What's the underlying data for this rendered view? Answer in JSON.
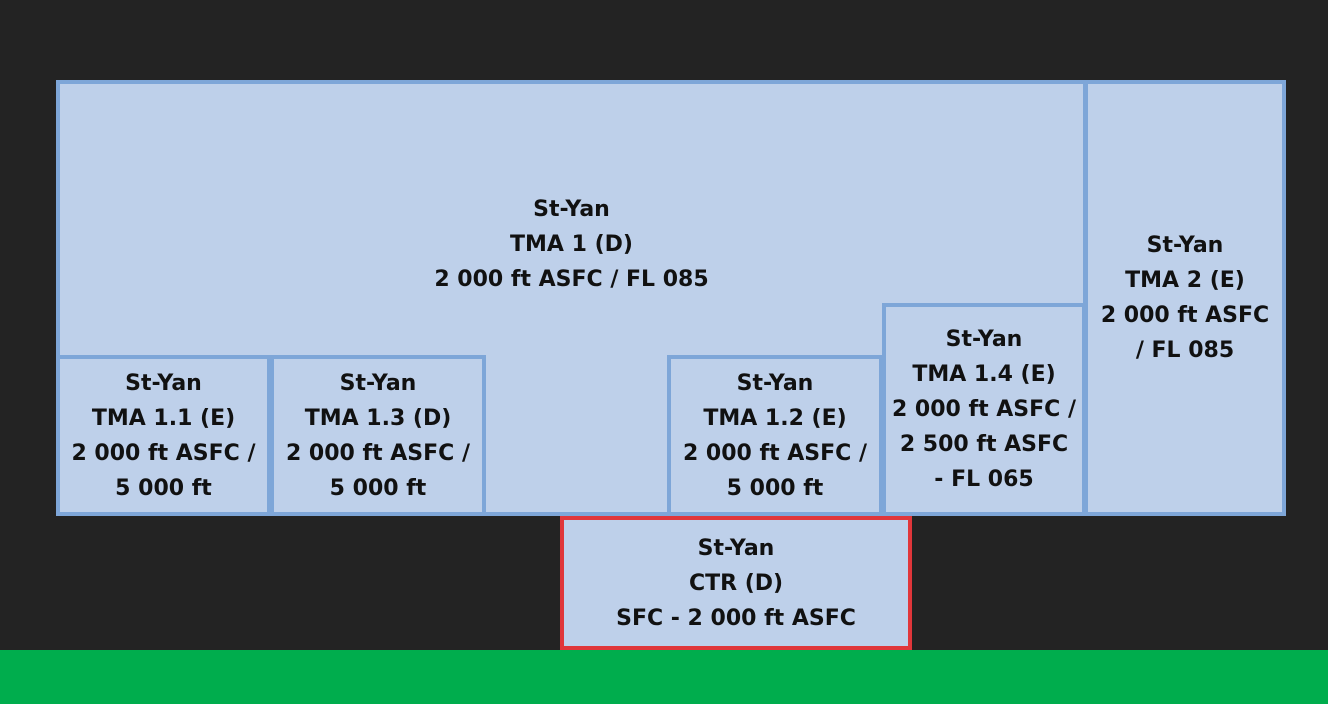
{
  "colors": {
    "background": "#232323",
    "zone_fill": "#bed0ea",
    "tma_border": "#7ea6d8",
    "ctr_border": "#e0363a",
    "ground": "#00ad4d",
    "text": "#111111"
  },
  "zones": {
    "tma1": {
      "lines": [
        "St-Yan",
        "TMA 1 (D)",
        "2 000 ft ASFC / FL 085"
      ]
    },
    "tma2": {
      "lines": [
        "St-Yan",
        "TMA 2 (E)",
        "2 000 ft ASFC",
        "/ FL 085"
      ]
    },
    "tma11": {
      "lines": [
        "St-Yan",
        "TMA 1.1 (E)",
        "2 000 ft ASFC /",
        "5 000 ft"
      ]
    },
    "tma13": {
      "lines": [
        "St-Yan",
        "TMA 1.3 (D)",
        "2 000 ft ASFC /",
        "5 000 ft"
      ]
    },
    "tma12": {
      "lines": [
        "St-Yan",
        "TMA 1.2 (E)",
        "2 000 ft ASFC /",
        "5 000 ft"
      ]
    },
    "tma14": {
      "lines": [
        "St-Yan",
        "TMA 1.4 (E)",
        "2 000 ft ASFC /",
        "2 500 ft ASFC",
        "- FL 065"
      ]
    },
    "ctr": {
      "lines": [
        "St-Yan",
        "CTR (D)",
        "SFC - 2 000 ft ASFC"
      ]
    }
  }
}
